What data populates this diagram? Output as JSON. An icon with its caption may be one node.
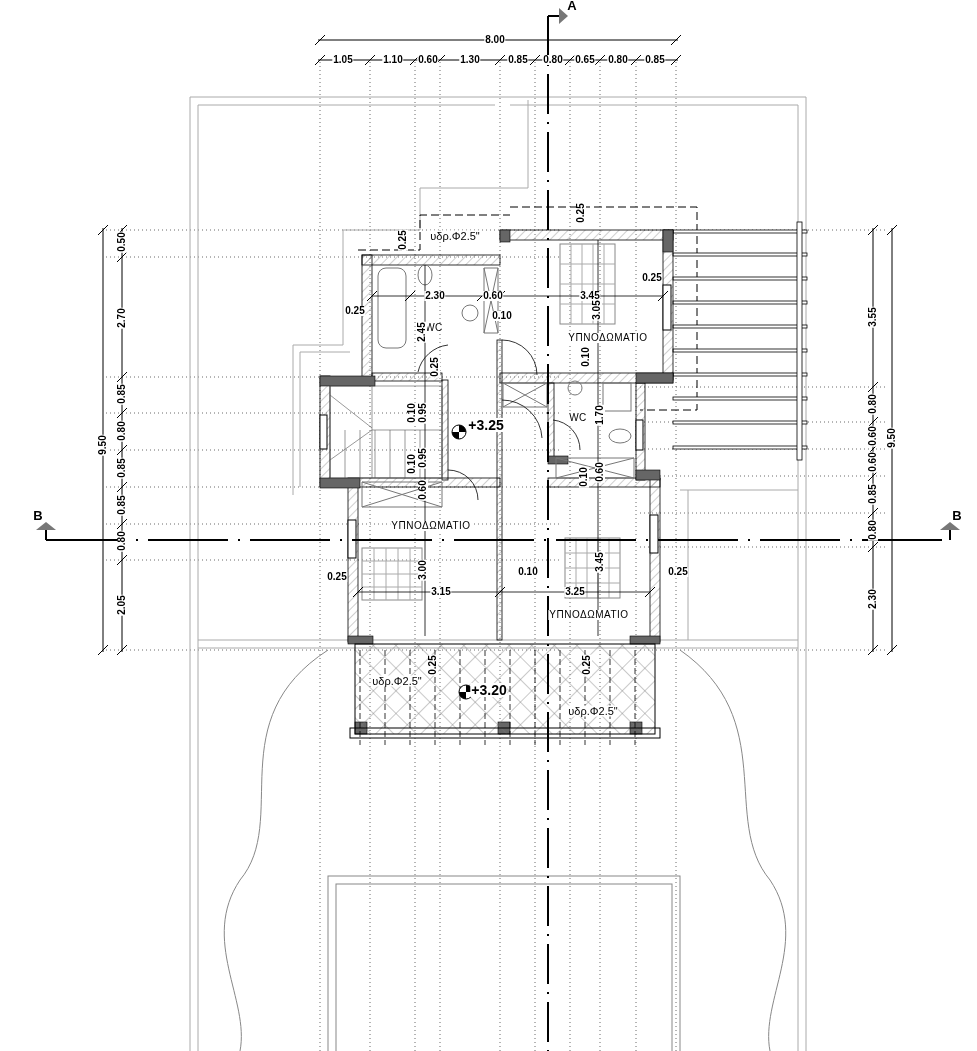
{
  "diagram": {
    "labels": [
      "A",
      "8.00",
      "1.05",
      "1.10",
      "0.60",
      "1.30",
      "0.85",
      "0.80",
      "0.65",
      "0.80",
      "0.85",
      "0.25",
      "υδρ.Φ2.5\"",
      "0.25",
      "0.50",
      "2.70",
      "0.85",
      "0.80",
      "0.85",
      "0.85",
      "0.80",
      "2.05",
      "9.50",
      "0.25",
      "2.30",
      "0.60",
      "3.45",
      "0.25",
      "0.10",
      "3.05",
      "WC",
      "2.45",
      "ΥΠΝΟΔΩΜΑΤΙΟ",
      "0.25",
      "0.10",
      "0.10",
      "0.95",
      "WC",
      "1.70",
      "+3.25",
      "0.10",
      "0.95",
      "0.10",
      "0.60",
      "0.60",
      "3.55",
      "0.80",
      "0.60",
      "0.60",
      "0.85",
      "0.80",
      "2.30",
      "9.50",
      "B",
      "B",
      "ΥΠΝΟΔΩΜΑΤΙΟ",
      "0.25",
      "3.00",
      "3.15",
      "0.10",
      "3.25",
      "3.45",
      "0.25",
      "ΥΠΝΟΔΩΜΑΤΙΟ",
      "0.25",
      "0.25",
      "υδρ.Φ2.5\"",
      "+3.20",
      "υδρ.Φ2.5\""
    ]
  }
}
